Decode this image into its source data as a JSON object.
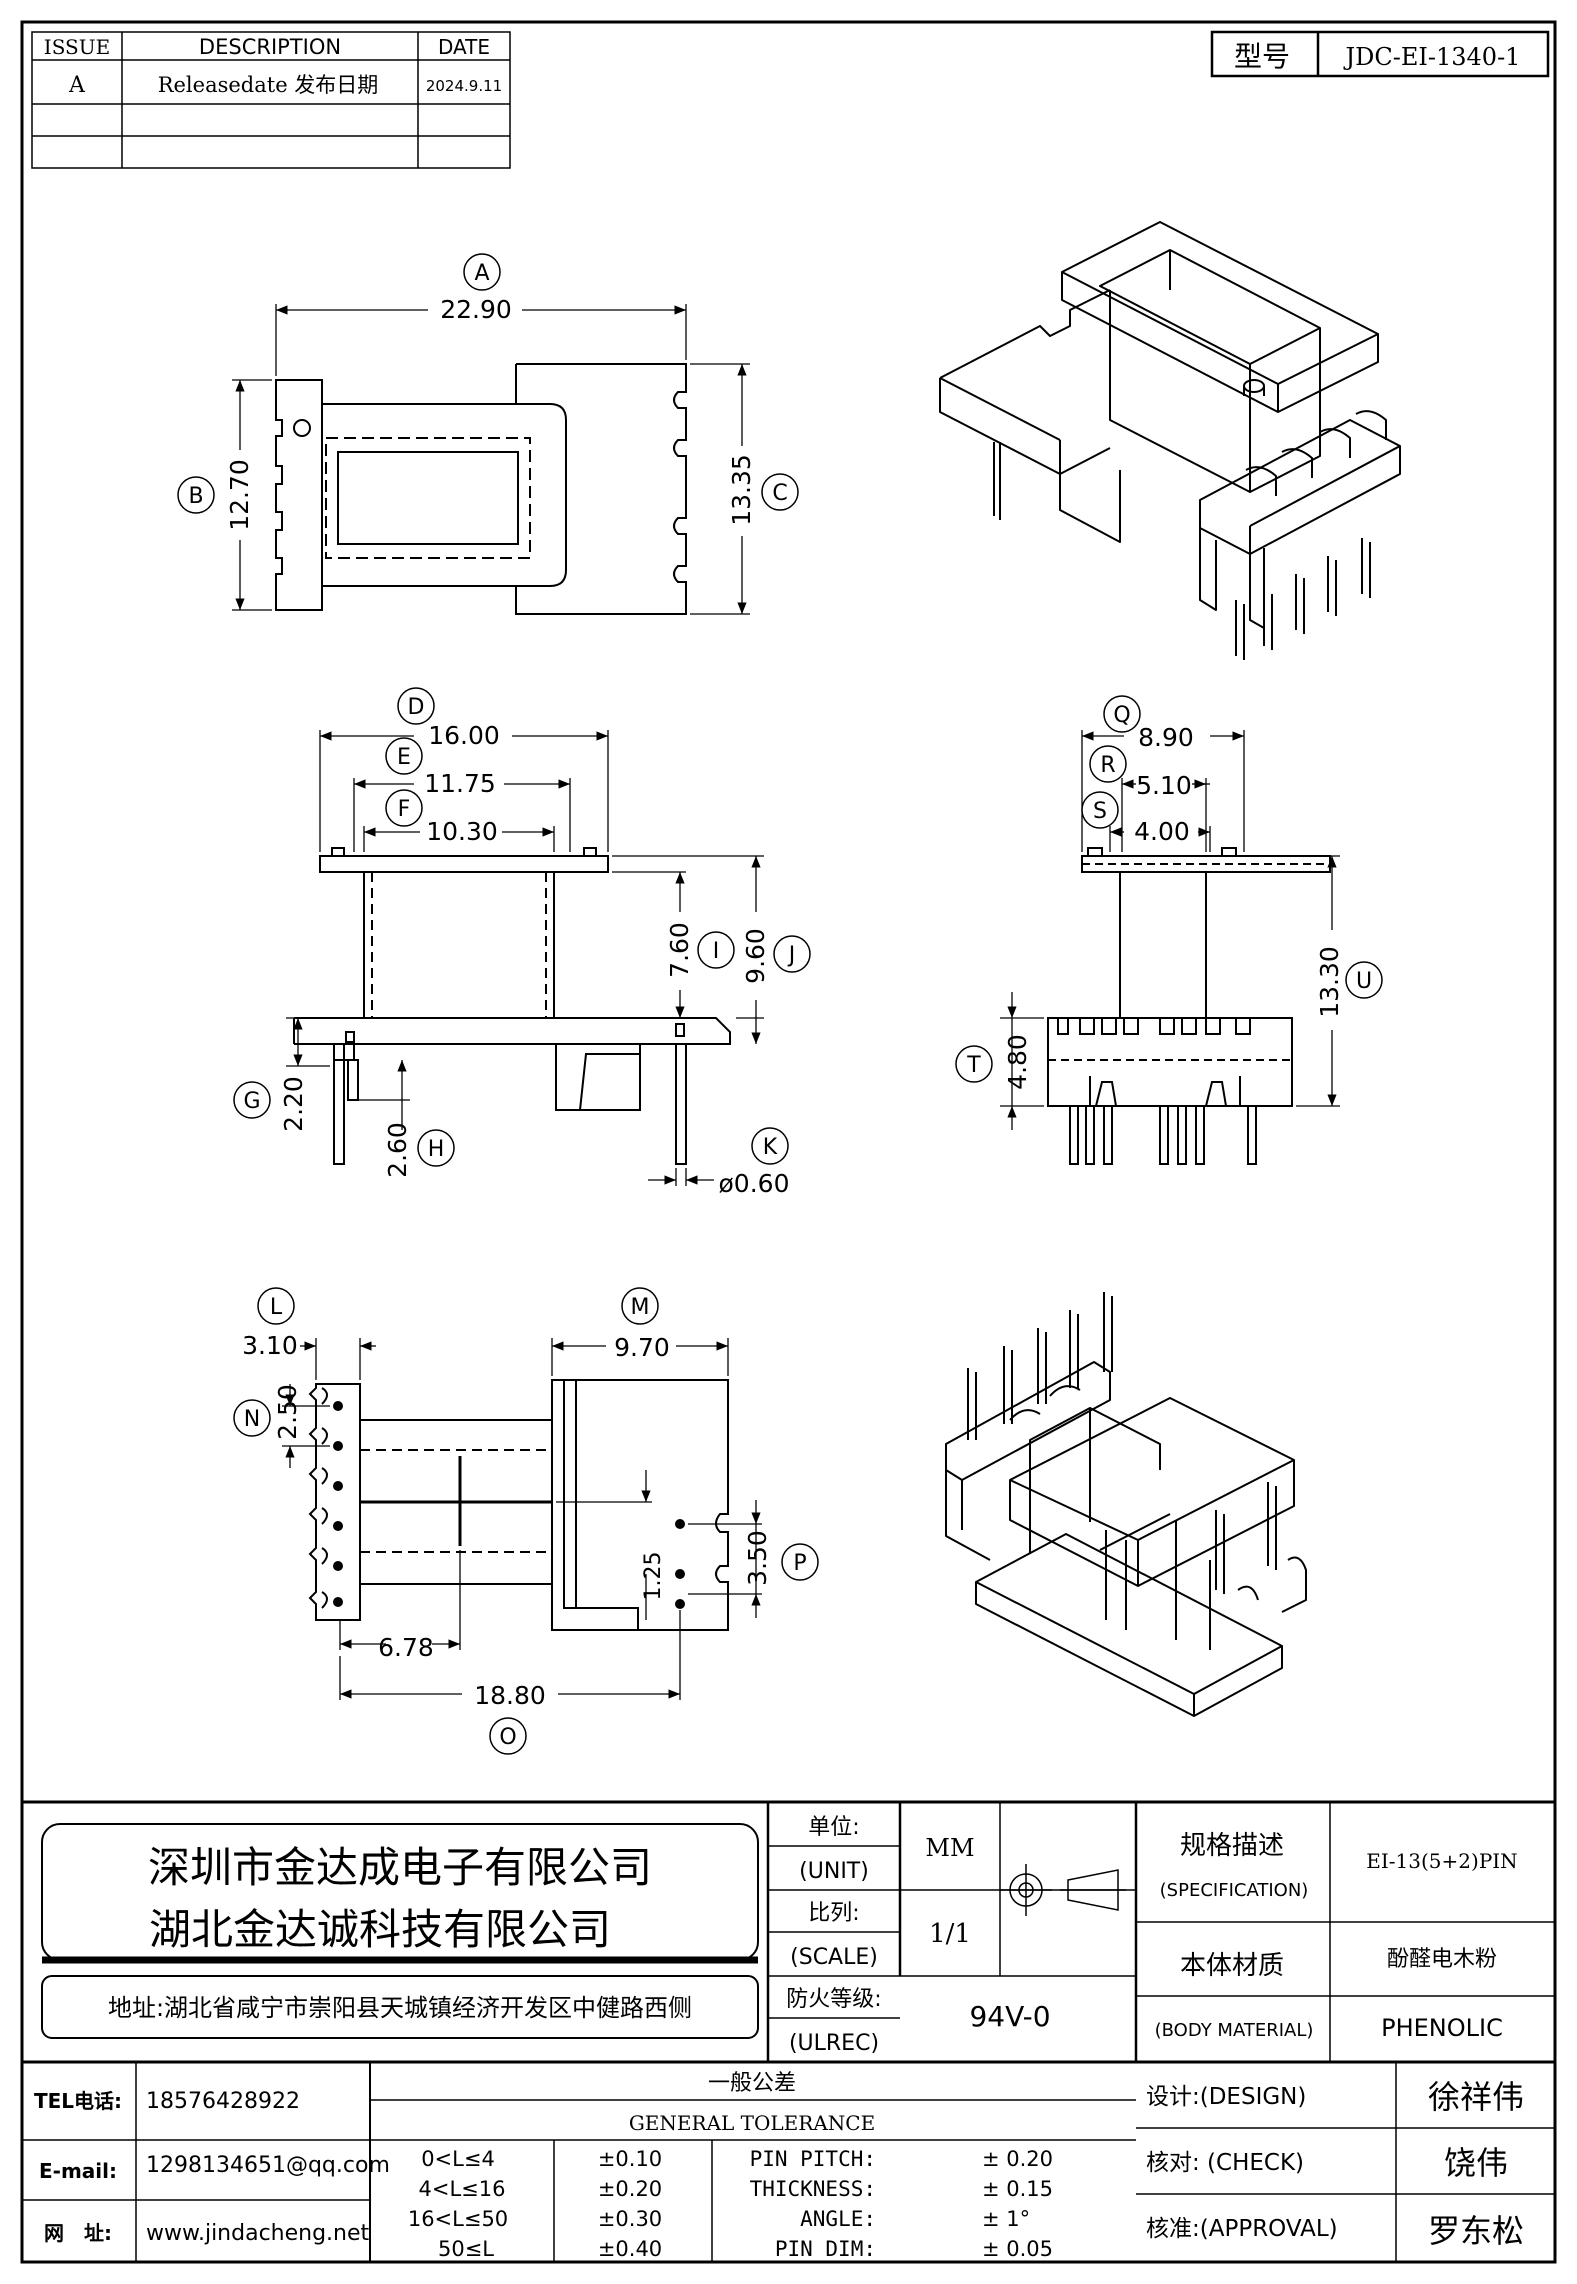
{
  "revision": {
    "headers": [
      "ISSUE",
      "DESCRIPTION",
      "DATE"
    ],
    "rows": [
      {
        "issue": "A",
        "description": "Releasedate 发布日期",
        "date": "2024.9.11"
      }
    ]
  },
  "model": {
    "label": "型号",
    "value": "JDC-EI-1340-1"
  },
  "dimensions": {
    "A": {
      "letter": "A",
      "value": "22.90"
    },
    "B": {
      "letter": "B",
      "value": "12.70"
    },
    "C": {
      "letter": "C",
      "value": "13.35"
    },
    "D": {
      "letter": "D",
      "value": "16.00"
    },
    "E": {
      "letter": "E",
      "value": "11.75"
    },
    "F": {
      "letter": "F",
      "value": "10.30"
    },
    "G": {
      "letter": "G",
      "value": "2.20"
    },
    "H": {
      "letter": "H",
      "value": "2.60"
    },
    "I": {
      "letter": "I",
      "value": "7.60"
    },
    "J": {
      "letter": "J",
      "value": "9.60"
    },
    "K": {
      "letter": "K",
      "value": "ø0.60"
    },
    "L": {
      "letter": "L",
      "value": "3.10"
    },
    "M": {
      "letter": "M",
      "value": "9.70"
    },
    "N": {
      "letter": "N",
      "value": "2.50"
    },
    "O": {
      "letter": "O",
      "value": "18.80"
    },
    "P": {
      "letter": "P",
      "value": "3.50"
    },
    "Q": {
      "letter": "Q",
      "value": "8.90"
    },
    "R": {
      "letter": "R",
      "value": "5.10"
    },
    "S": {
      "letter": "S",
      "value": "4.00"
    },
    "T": {
      "letter": "T",
      "value": "4.80"
    },
    "U": {
      "letter": "U",
      "value": "13.30"
    },
    "extra1": "6.78",
    "extra2": "1.25"
  },
  "company": {
    "name1": "深圳市金达成电子有限公司",
    "name2": "湖北金达诚科技有限公司",
    "address": "地址:湖北省咸宁市崇阳县天城镇经济开发区中健路西侧"
  },
  "specs": {
    "unit_label": "单位:",
    "unit_label_en": "(UNIT)",
    "unit_value": "MM",
    "scale_label": "比列:",
    "scale_label_en": "(SCALE)",
    "scale_value": "1/1",
    "ul_label": "防火等级:",
    "ul_label_en": "(ULREC)",
    "ul_value": "94V-0",
    "spec_label": "规格描述",
    "spec_label_en": "(SPECIFICATION)",
    "spec_value": "EI-13(5+2)PIN",
    "material_label": "本体材质",
    "material_label_en": "(BODY MATERIAL)",
    "material_value_cn": "酚醛电木粉",
    "material_value_en": "PHENOLIC"
  },
  "contact": {
    "tel_label": "TEL电话:",
    "tel": "18576428922",
    "email_label": "E-mail:",
    "email": "1298134651@qq.com",
    "web_label": "网　址:",
    "web": "www.jindacheng.net"
  },
  "tolerance": {
    "title_cn": "一般公差",
    "title_en": "GENERAL TOLERANCE",
    "ranges": [
      {
        "range": "0<L≤4",
        "tol": "±0.10"
      },
      {
        "range": "4<L≤16",
        "tol": "±0.20"
      },
      {
        "range": "16<L≤50",
        "tol": "±0.30"
      },
      {
        "range": "50≤L",
        "tol": "±0.40"
      }
    ],
    "others": [
      {
        "label": "PIN PITCH:",
        "tol": "± 0.20"
      },
      {
        "label": "THICKNESS:",
        "tol": "± 0.15"
      },
      {
        "label": "ANGLE:",
        "tol": "± 1°"
      },
      {
        "label": "PIN DIM:",
        "tol": "± 0.05"
      }
    ]
  },
  "signoff": {
    "design_label": "设计:(DESIGN)",
    "design_name": "徐祥伟",
    "check_label": "核对: (CHECK)",
    "check_name": "饶伟",
    "approval_label": "核准:(APPROVAL)",
    "approval_name": "罗东松"
  }
}
